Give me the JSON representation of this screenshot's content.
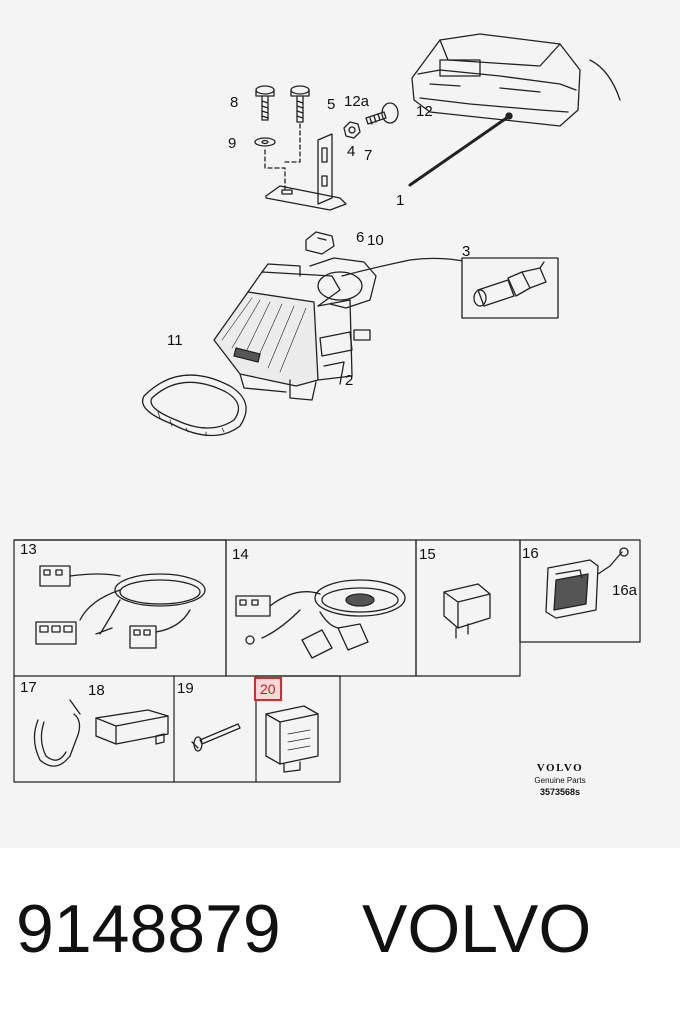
{
  "diagram": {
    "callouts": [
      {
        "id": "8",
        "text": "8"
      },
      {
        "id": "5",
        "text": "5"
      },
      {
        "id": "12a",
        "text": "12a"
      },
      {
        "id": "12",
        "text": "12"
      },
      {
        "id": "9",
        "text": "9"
      },
      {
        "id": "4",
        "text": "4"
      },
      {
        "id": "7",
        "text": "7"
      },
      {
        "id": "1",
        "text": "1"
      },
      {
        "id": "6",
        "text": "6"
      },
      {
        "id": "10",
        "text": "10"
      },
      {
        "id": "3",
        "text": "3"
      },
      {
        "id": "11",
        "text": "11"
      },
      {
        "id": "2",
        "text": "2"
      },
      {
        "id": "13",
        "text": "13"
      },
      {
        "id": "14",
        "text": "14"
      },
      {
        "id": "15",
        "text": "15"
      },
      {
        "id": "16",
        "text": "16"
      },
      {
        "id": "16a",
        "text": "16a"
      },
      {
        "id": "17",
        "text": "17"
      },
      {
        "id": "18",
        "text": "18"
      },
      {
        "id": "19",
        "text": "19"
      },
      {
        "id": "20",
        "text": "20"
      }
    ],
    "highlighted_callout": "20",
    "highlight_color": "#d62a2a"
  },
  "brand": {
    "logo": "VOLVO",
    "subtitle": "Genuine Parts",
    "code": "3573568s"
  },
  "footer": {
    "part_number": "9148879",
    "brand": "VOLVO"
  }
}
